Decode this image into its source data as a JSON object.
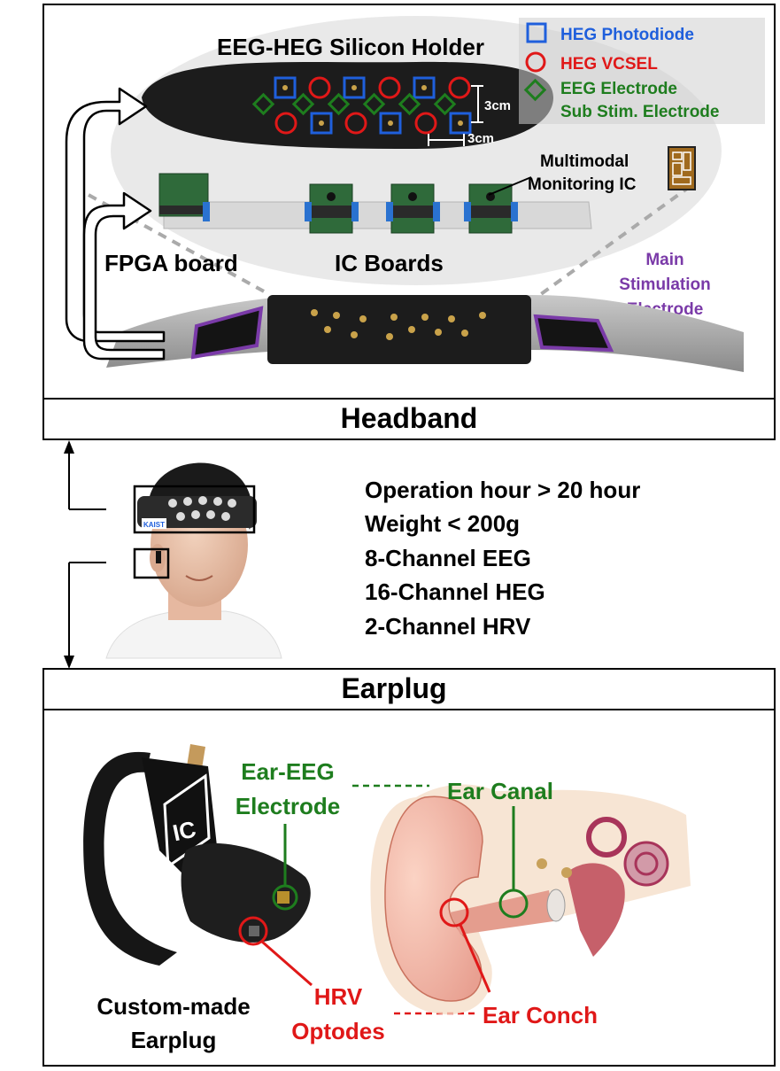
{
  "headband": {
    "title": "Headband",
    "holder_title": "EEG-HEG Silicon Holder",
    "legend": {
      "photodiode": "HEG Photodiode",
      "vcsel": "HEG VCSEL",
      "eeg_electrode": "EEG Electrode",
      "sub_stim": "Sub Stim. Electrode"
    },
    "dim_vertical": "3cm",
    "dim_horizontal": "3cm",
    "ic_label_line1": "Multimodal",
    "ic_label_line2": "Monitoring IC",
    "fpga_label": "FPGA board",
    "ic_boards_label": "IC Boards",
    "main_stim_line1": "Main",
    "main_stim_line2": "Stimulation",
    "main_stim_line3": "Electrode"
  },
  "specs": [
    "Operation hour > 20 hour",
    "Weight < 200g",
    "8-Channel EEG",
    "16-Channel HEG",
    "2-Channel HRV"
  ],
  "headband_logo": "KAIST",
  "earplug": {
    "title": "Earplug",
    "ic_tag": "IC",
    "ear_eeg_line1": "Ear-EEG",
    "ear_eeg_line2": "Electrode",
    "hrv_line1": "HRV",
    "hrv_line2": "Optodes",
    "earplug_line1": "Custom-made",
    "earplug_line2": "Earplug",
    "ear_canal": "Ear Canal",
    "ear_conch": "Ear Conch"
  },
  "colors": {
    "photodiode": "#1f5fdc",
    "vcsel": "#e01818",
    "eeg": "#1e7d1e",
    "stim": "#7a3aa8",
    "frame": "#000000"
  }
}
